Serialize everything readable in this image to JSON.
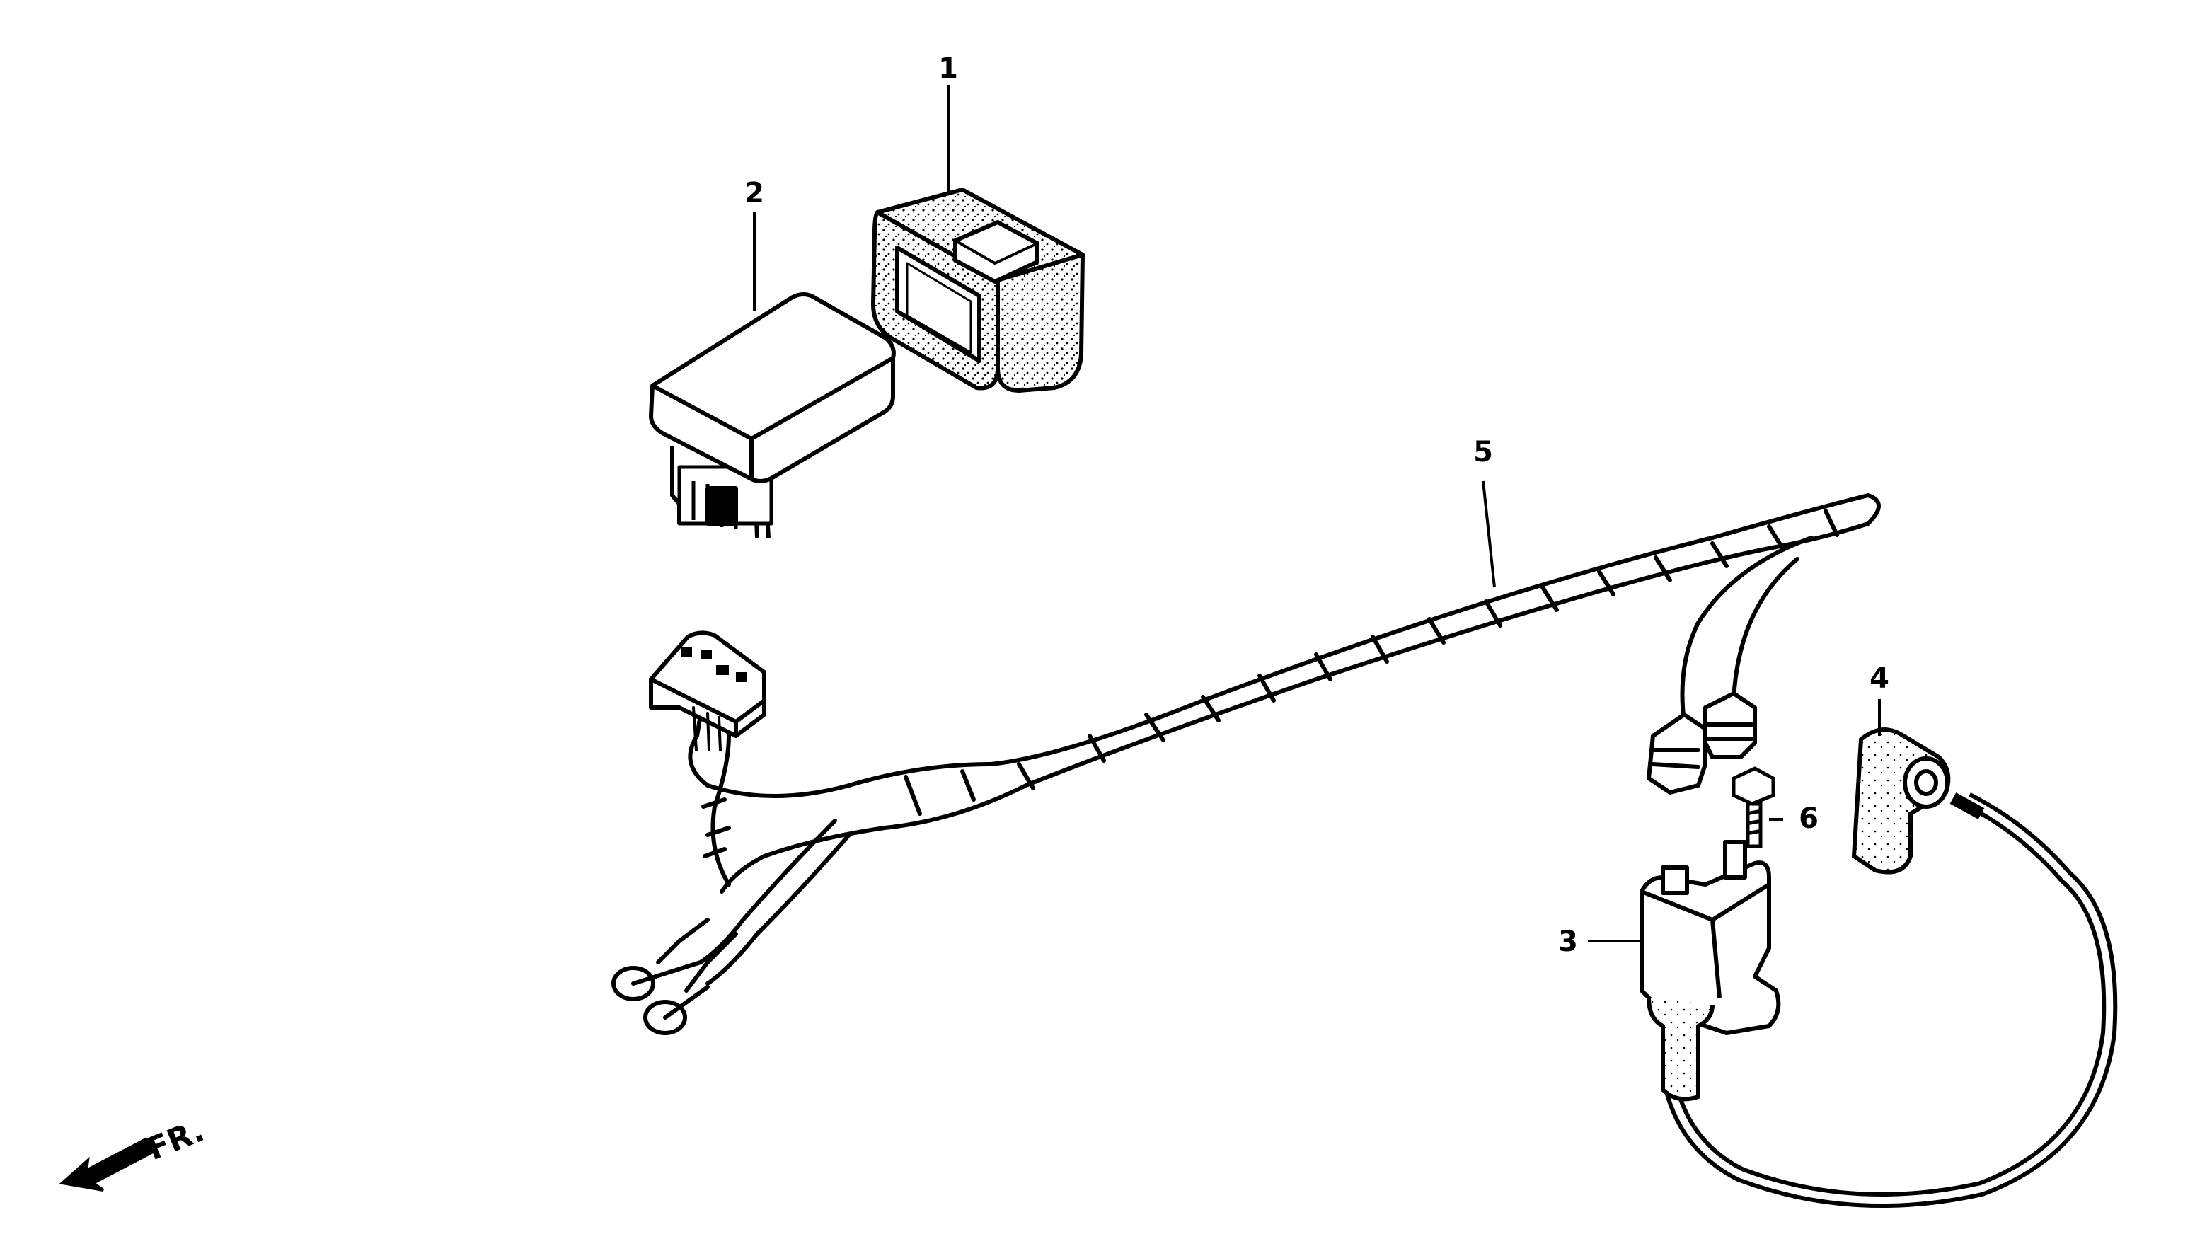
{
  "callouts": [
    {
      "id": "cdi-unit-bracket",
      "number": "1"
    },
    {
      "id": "cdi-unit",
      "number": "2"
    },
    {
      "id": "ignition-coil",
      "number": "3"
    },
    {
      "id": "spark-plug-cap",
      "number": "4"
    },
    {
      "id": "wire-harness",
      "number": "5"
    },
    {
      "id": "flange-bolt",
      "number": "6"
    }
  ],
  "orientation": {
    "label": "FR."
  },
  "colors": {
    "line": "#000000",
    "fill": "#ffffff",
    "stipple": "#000000"
  }
}
